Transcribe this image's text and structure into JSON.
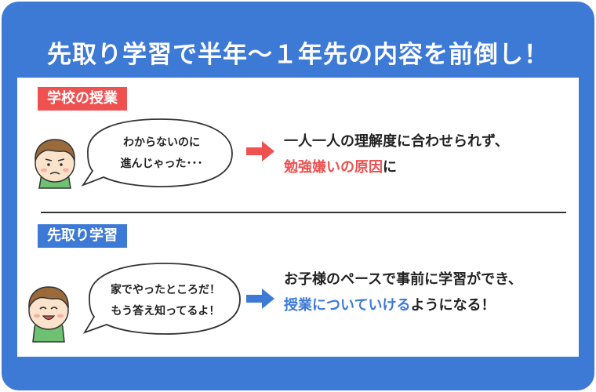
{
  "title": "先取り学習で半年〜１年先の内容を前倒し！",
  "section1": {
    "label": "学校の授業",
    "bubble_line1": "わからないのに",
    "bubble_line2": "進んじゃった･･･",
    "message_line1": "一人一人の理解度に合わせられず、",
    "message_highlight": "勉強嫌いの原因",
    "message_tail": "に"
  },
  "section2": {
    "label": "先取り学習",
    "bubble_line1": "家でやったところだ！",
    "bubble_line2": "もう答え知ってるよ！",
    "message_line1": "お子様のペースで事前に学習ができ、",
    "message_highlight": "授業についていける",
    "message_tail": "ようになる！"
  },
  "colors": {
    "frame": "#3d7ad6",
    "accent_red": "#ef5050",
    "accent_blue": "#3d7ad6"
  }
}
